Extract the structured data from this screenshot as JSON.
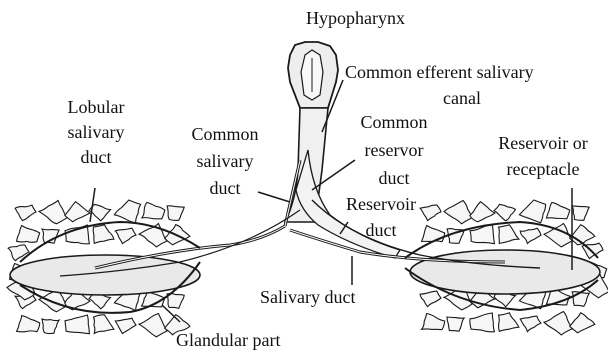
{
  "colors": {
    "ink": "#1a1a1a",
    "gland_fill": "#ececec",
    "leaf_fill": "#f6f6f6",
    "reservoir_fill": "#e9e9e9"
  },
  "labels": {
    "hypopharynx": "Hypopharynx",
    "common_efferent_1": "Common efferent salivary",
    "common_efferent_2": "canal",
    "lobular_1": "Lobular",
    "lobular_2": "salivary",
    "lobular_3": "duct",
    "common_salivary_1": "Common",
    "common_salivary_2": "salivary",
    "common_salivary_3": "duct",
    "common_reservor_1": "Common",
    "common_reservor_2": "reservor",
    "common_reservor_3": "duct",
    "reservoir_receptacle_1": "Reservoir or",
    "reservoir_receptacle_2": "receptacle",
    "reservoir_duct_1": "Reservoir",
    "reservoir_duct_2": "duct",
    "salivary_duct": "Salivary duct",
    "glandular_part": "Glandular part"
  }
}
